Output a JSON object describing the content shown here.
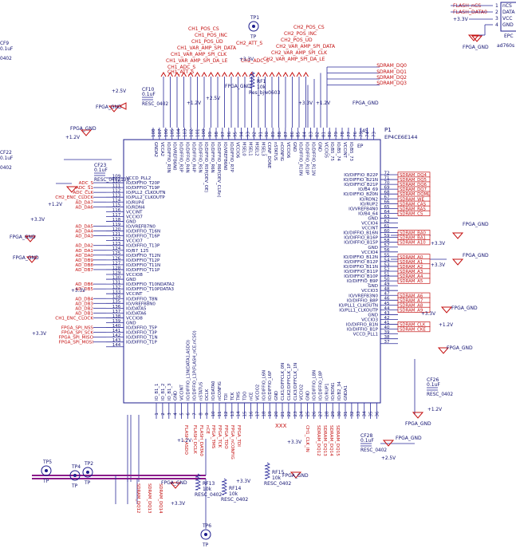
{
  "title_block": {
    "refdes": "P1",
    "part": "EP4CE6E144",
    "package_mark": "EP"
  },
  "top_header_labels": [
    "FLASH_nCS",
    "FLASH_DATA0"
  ],
  "top_header_pins": [
    "1",
    "2",
    "3",
    "4"
  ],
  "top_header_signals": [
    "nCS",
    "DATA",
    "VCC",
    "GND"
  ],
  "top_header_part": [
    "EPC",
    "ad760s"
  ],
  "left_cut_labels": [
    "CF9",
    "0.1uF",
    "0402",
    "CF22",
    "0.1uF",
    "0402"
  ],
  "caps": [
    {
      "ref": "CF10",
      "val": "0.1uF",
      "pkg": "RESC_0402"
    },
    {
      "ref": "CF23",
      "val": "0.1uF",
      "pkg": "RESC_0402109"
    },
    {
      "ref": "CF26",
      "val": "0.1uF",
      "pkg": "RESC_0402"
    },
    {
      "ref": "CF28",
      "val": "0.1uF",
      "pkg": "RESC_0402"
    }
  ],
  "resistors": [
    {
      "ref": "RF1",
      "val": "10k",
      "pkg": "Res_bjw0603"
    },
    {
      "ref": "RF13",
      "val": "10k",
      "pkg": "RESC_0402"
    },
    {
      "ref": "RF14",
      "val": "10k",
      "pkg": "RESC_0402"
    },
    {
      "ref": "RF15",
      "val": "10k",
      "pkg": "RESC_0402"
    }
  ],
  "test_points": [
    {
      "ref": "TP1",
      "lbl": "TP"
    },
    {
      "ref": "TP2",
      "lbl": "TP"
    },
    {
      "ref": "TP4",
      "lbl": "TP"
    },
    {
      "ref": "TP5",
      "lbl": "TP"
    },
    {
      "ref": "TP6",
      "lbl": "TP"
    }
  ],
  "power_labels": [
    "+2.5V",
    "+1.2V",
    "+3.3V",
    "FPGA_GND"
  ],
  "top_nets_red": [
    "CH1_POS_CS",
    "CH1_POS_INC",
    "CH1_POS_UD",
    "CH1_VAR_AMP_SPI_DATA",
    "CH1_VAR_AMP_SPI_CLK",
    "CH1_VAR_AMP_SPI_DA_LE",
    "CH1_ADC_S",
    "CH1_ATT_S",
    "CH2_POS_CS",
    "CH2_POS_INC",
    "CH2_POS_UD",
    "CH2_VAR_AMP_SPI_DATA",
    "CH2_VAR_AMP_SPI_CLK",
    "CH2_VAR_AMP_SPI_DA_LE",
    "CH2_ATT_S",
    "CH2_ADC_S",
    "SDRAM_DQ0",
    "SDRAM_DQ1",
    "SDRAM_DQ2",
    "SDRAM_DQ3"
  ],
  "top_pin_numbers": [
    "108",
    "107",
    "106",
    "105",
    "104",
    "103",
    "102",
    "101",
    "100",
    "99",
    "98",
    "97",
    "96",
    "95",
    "94",
    "93",
    "92",
    "91",
    "90",
    "89",
    "88",
    "87",
    "86",
    "85",
    "84",
    "83",
    "82",
    "81",
    "80",
    "79",
    "78",
    "77",
    "76",
    "75",
    "74",
    "73"
  ],
  "top_pin_names": [
    "GNDA2",
    "VCCA2",
    "IO/DIFFIO_R3N",
    "IO/VREFB6N0",
    "IO/DIFFIO_R3P",
    "IO/DIFFIO_R4N",
    "IO/DIFFIO_R4P",
    "IO/DIFFIO_R5N",
    "IO/DIFFIO_R5P(DEV_OE)",
    "IO/DIFFIO_R6N",
    "IO/DIFFIO_R6P(DEV_CLRn)",
    "IO/VREFB6N0",
    "IO/DIFFIO_R7P",
    "VCCIO6",
    "MSEL0",
    "MSEL1",
    "MSEL2",
    "MSEL3",
    "CONF_DONE",
    "nSTATUS",
    "nCONFIG",
    "VCCIO6",
    "GND",
    "IO/DIFFIO_R10N",
    "IO/DIFFIO_R10P",
    "IO/DIFFIO_R11N",
    "GND",
    "VCCIO5",
    "IO/B5_75",
    "IO/B5_74",
    "VCCINT",
    "IO/B5_73"
  ],
  "right_pin_numbers": [
    "72",
    "71",
    "70",
    "69",
    "68",
    "67",
    "66",
    "65",
    "64",
    "63",
    "62",
    "61",
    "60",
    "59",
    "58",
    "57",
    "56",
    "55",
    "54",
    "53",
    "52",
    "51",
    "50",
    "49",
    "48",
    "47",
    "46",
    "45",
    "44",
    "43",
    "42",
    "41",
    "40",
    "39",
    "38",
    "37"
  ],
  "right_pin_names": [
    "IO/DIFFIO_B22P",
    "IO/DIFFIO_B21N",
    "IO/DIFFIO_B21P",
    "IO/B4_69",
    "IO/DIFFIO_B20N",
    "IO/RDN2",
    "IO/RUP2",
    "IO/VREFB4N0",
    "IO/B4_64",
    "GND",
    "VCCIO4",
    "VCCINT",
    "IO/DIFFIO_B16N",
    "IO/DIFFIO_B16P",
    "IO/DIFFIO_B15P",
    "GND",
    "VCCIO4",
    "IO/DIFFIO_B12N",
    "IO/DIFFIO_B12P",
    "IO/DIFFIO_B11N",
    "IO/DIFFIO_B11P",
    "IO/DIFFIO_B10P",
    "IO/DIFFIO_B9P",
    "GND",
    "VCCIO3",
    "IO/VREFB3N0",
    "IO/DIFFIO_B8P",
    "IO/PLL1_CLKOUTN",
    "IO/PLL1_CLKOUTP",
    "GND",
    "VCCIO3",
    "IO/DIFFIO_B1N",
    "IO/DIFFIO_B1P",
    "VCCD_PLL1"
  ],
  "right_nets": [
    "SDRAM_DQ4",
    "SDRAM_DQ5",
    "SDRAM_DQ6",
    "SDRAM_DQ7",
    "SDRAM_DQML",
    "SDRAM_WE",
    "SDRAM_CAS",
    "SDRAM_RAS",
    "SDRAM_CS",
    "",
    "",
    "",
    "SDRAM_BA0",
    "SDRAM_BA1",
    "SDRAM_A10",
    "",
    "",
    "SDRAM_A0",
    "SDRAM_A1",
    "SDRAM_A2",
    "SDRAM_A3",
    "SDRAM_A4",
    "SDRAM_A5",
    "",
    "",
    "SDRAM_A6",
    "SDRAM_A7",
    "SDRAM_A8",
    "SDRAM_A9",
    "",
    "",
    "SDRAM_CLK",
    "SDRAM_CKE",
    ""
  ],
  "left_pin_numbers": [
    "109",
    "110",
    "111",
    "112",
    "113",
    "114",
    "115",
    "116",
    "117",
    "118",
    "119",
    "120",
    "121",
    "122",
    "123",
    "124",
    "125",
    "126",
    "127",
    "128",
    "129",
    "130",
    "131",
    "132",
    "133",
    "134",
    "135",
    "136",
    "137",
    "138",
    "139",
    "140",
    "141",
    "142",
    "143",
    "144"
  ],
  "left_pin_names": [
    "VCCD_PLL2",
    "IO/DIFFIO_T20P",
    "IO/DIFFIO_T19P",
    "IO/PLL2_CLKOUTN",
    "IO/PLL2_CLKOUTP",
    "IO/RUP4",
    "IO/RDN4",
    "VCCINT",
    "VCCIO7",
    "GND",
    "IO/VREFB7N0",
    "IO/DIFFIO_T16N",
    "IO/DIFFIO_T16P",
    "VCCIO7",
    "IO/DIFFIO_T13P",
    "IO/B7_125",
    "IO/DIFFIO_T12N",
    "IO/DIFFIO_T12P",
    "IO/DIFFIO_T11N",
    "IO/DIFFIO_T11P",
    "VCCIO8",
    "GND",
    "IO/DIFFIO_T10NDATA2",
    "IO/DIFFIO_T10PDATA3",
    "VCCINT",
    "IO/DIFFIO_T8N",
    "IO/VREFB8N0",
    "IO/DATA5",
    "IO/DATA6",
    "VCCIO8",
    "GND",
    "IO/DIFFIO_T5P",
    "IO/DIFFIO_T3P",
    "IO/DIFFIO_T1N",
    "IO/DIFFIO_T1P"
  ],
  "left_nets": [
    "",
    "ADC_S",
    "ADC_S1",
    "ADC_CLK",
    "CH2_ENC_CLOCK",
    "AD_DA7",
    "AD_DA6",
    "",
    "",
    "",
    "AD_DA5",
    "AD_DA4",
    "AD_DA3",
    "",
    "AD_DA2",
    "AD_DA1",
    "AD_DA0",
    "AD_DB9",
    "AD_DB8",
    "AD_DB7",
    "",
    "",
    "AD_DB6",
    "AD_DB5",
    "",
    "AD_DB4",
    "AD_DB3",
    "AD_DB2",
    "AD_DB1",
    "CH1_ENC_CLOCK",
    "",
    "FPGA_SPI_NSS",
    "FPGA_SPI_SCK",
    "FPGA_SPI_MISO",
    "FPGA_SPI_MOSI"
  ],
  "bottom_pin_numbers": [
    "1",
    "2",
    "3",
    "4",
    "5",
    "6",
    "7",
    "8",
    "9",
    "10",
    "11",
    "12",
    "13",
    "14",
    "15",
    "16",
    "17",
    "18",
    "19",
    "20",
    "21",
    "22",
    "23",
    "24",
    "25",
    "26",
    "27",
    "28",
    "29",
    "30",
    "31",
    "32",
    "33",
    "34",
    "35",
    "36"
  ],
  "bottom_pin_names": [
    "IO_B1_1",
    "IO_B1_2",
    "IO_B1_3",
    "GND",
    "VCCINT",
    "IO/DIFFIO_L1N(DATA1,ASDO)",
    "IO/DIFFIO_L1P(FLASH_nCE,nCSO)",
    "nSTATUS",
    "DCLK",
    "IO/DATA0",
    "nCONFIG",
    "TDI",
    "TCK",
    "TMS",
    "TDO",
    "nCE",
    "VCCIO2",
    "IO/DIFFIO_L6N",
    "IO/DIFFIO_L6P",
    "GND",
    "CLK1/DIFFCLK_0N",
    "CLK2/DIFFCLK_1P",
    "CLK3/DIFFCLK_1N",
    "VCCIO2",
    "GND",
    "IO/DIFFIO_L8N",
    "IO/DIFFIO_L8P",
    "IO/RUP1",
    "IO/RDN1",
    "IO/B2_34",
    "GNDA1"
  ],
  "bottom_nets_red": [
    "FLASH_ASDO",
    "FLASH_DCLK",
    "FLASH_DATA0",
    "nCE",
    "FPGA_TMS",
    "FPGA_TCK",
    "FPGA_TDO",
    "FPGA_nCONFIG",
    "FPGA_TDI",
    "SDRAM_DQ12",
    "SDRAM_DQ13",
    "SDRAM_DQ14",
    "SDRAM_DQ15",
    "CH1_CLK_IN"
  ],
  "bottom_nc": "XXX",
  "misc_marks": [
    "145",
    "EP"
  ]
}
